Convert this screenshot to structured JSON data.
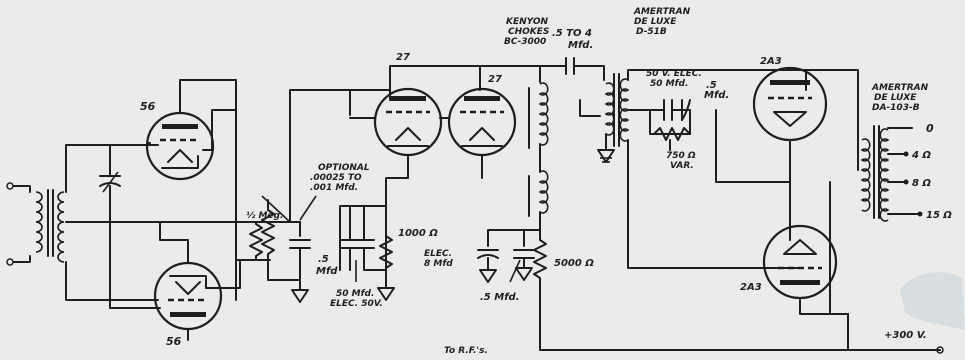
{
  "diagram": {
    "tube_labels": {
      "v1_top": "56",
      "v1_bottom": "56",
      "v2_a": "27",
      "v2_b": "27",
      "v3_top": "2A3",
      "v3_bottom": "2A3"
    },
    "annotations": {
      "chokes": [
        "KENYON",
        "CHOKES",
        "BC-3000"
      ],
      "coupling_cap": [
        ".5 TO 4",
        "Mfd."
      ],
      "interstage_xfmr": [
        "AMERTRAN",
        "DE LUXE",
        "D-51B"
      ],
      "output_xfmr": [
        "AMERTRAN",
        "DE LUXE",
        "DA-103-B"
      ],
      "bias_cap": [
        "50 V. ELEC.",
        "50 Mfd."
      ],
      "bias_cap_small": [
        ".5",
        "Mfd."
      ],
      "bias_pot": [
        "750 Ω",
        "VAR."
      ],
      "optional_cap": [
        "OPTIONAL",
        ".00025 TO",
        ".001 Mfd."
      ],
      "half_meg": "½ Meg.",
      "cap_5mfd_left": [
        ".5",
        "Mfd"
      ],
      "cath_cap": [
        "50 Mfd.",
        "ELEC. 50V."
      ],
      "cath_res": "1000 Ω",
      "filter_cap": [
        "ELEC.",
        "8 Mfd"
      ],
      "filter_cap_small": ".5 Mfd.",
      "drop_res": "5000 Ω",
      "to_rf": "To R.F.'s.",
      "b_plus": "+300 V.",
      "taps": [
        "0",
        "4 Ω",
        "8 Ω",
        "15 Ω"
      ]
    }
  }
}
